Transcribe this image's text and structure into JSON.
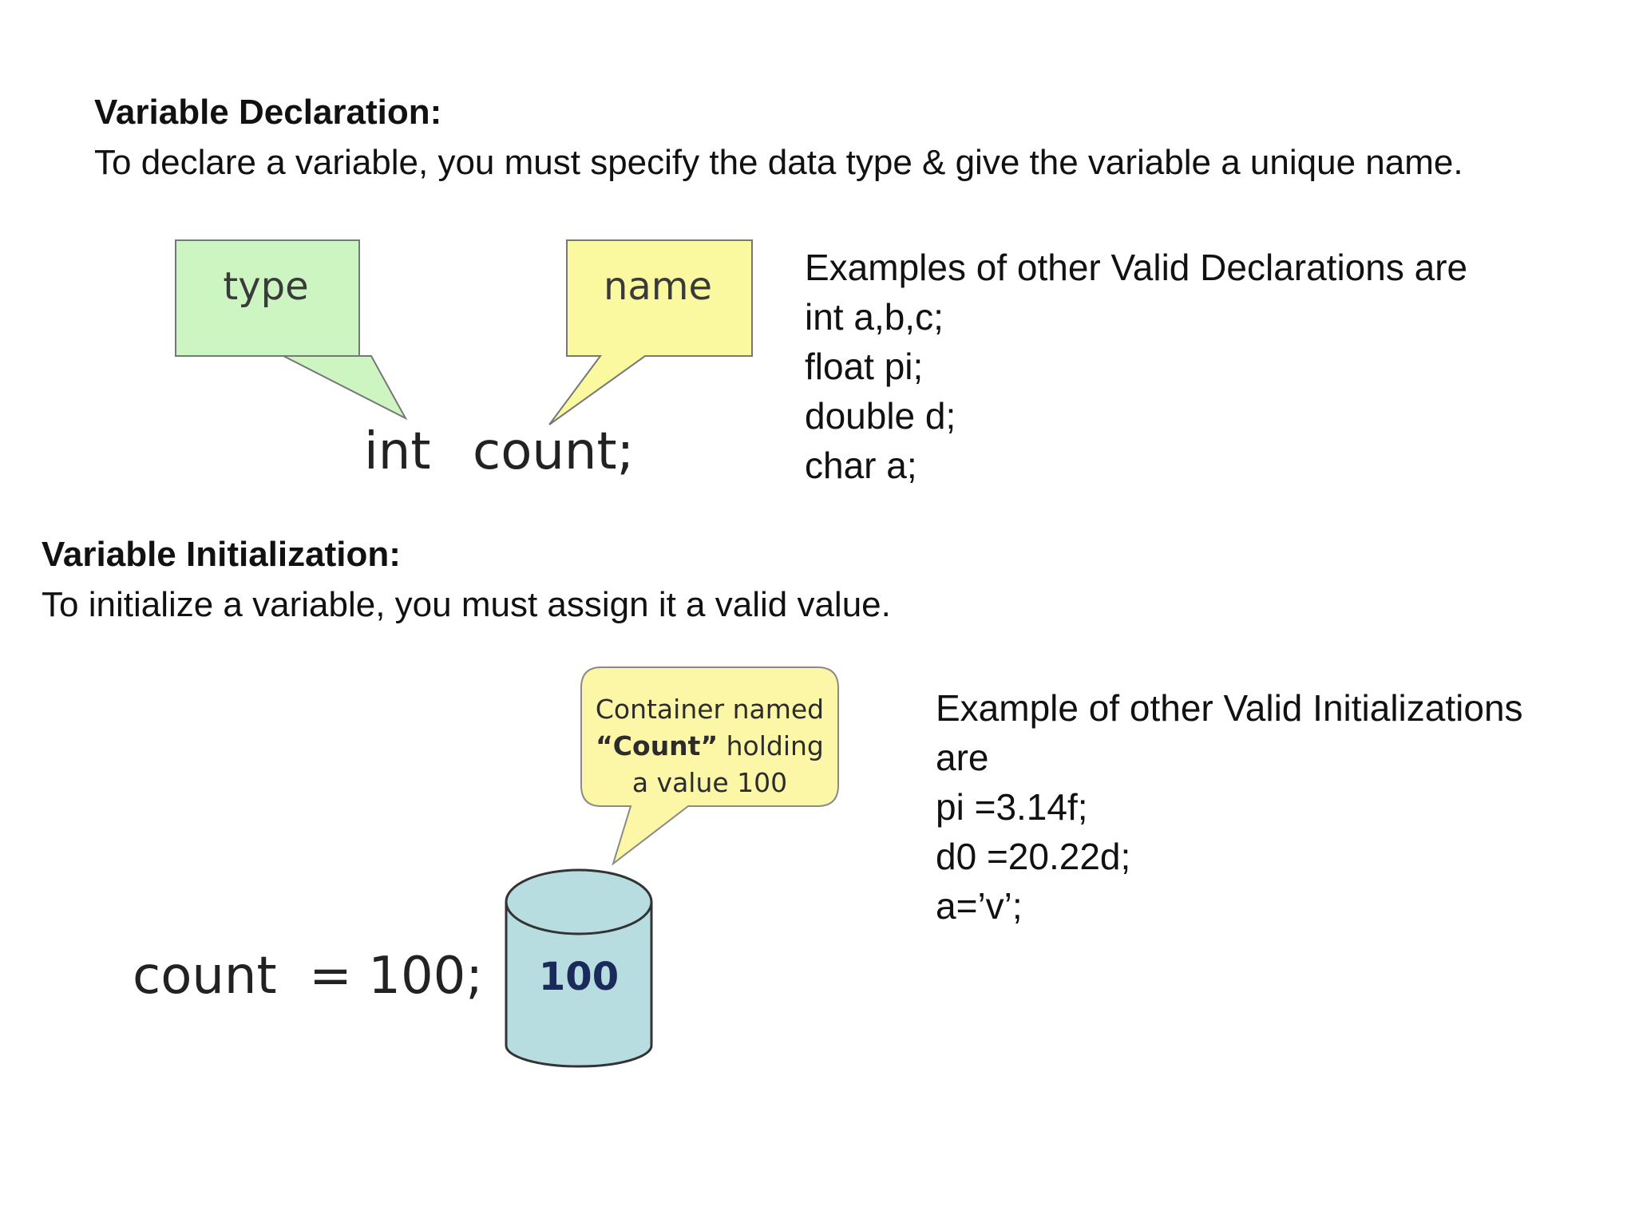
{
  "declaration": {
    "heading": "Variable Declaration:",
    "description": "To declare a variable, you must specify the data type & give the variable a unique name.",
    "diagram": {
      "type_label": "type",
      "name_label": "name",
      "code_type": "int",
      "code_name": "count;"
    },
    "examples": [
      "Examples of other Valid Declarations are",
      "int a,b,c;",
      "float pi;",
      "double d;",
      "char a;"
    ]
  },
  "initialization": {
    "heading": "Variable Initialization:",
    "description": "To initialize a variable, you must assign it a valid value.",
    "diagram": {
      "code": "count  = 100;",
      "bubble_line1": "Container named",
      "bubble_line2_bold": "“Count”",
      "bubble_line2_rest": " holding",
      "bubble_line3": "a value 100",
      "container_value": "100"
    },
    "examples": [
      "Example of other Valid Initializations",
      "are",
      "pi =3.14f;",
      "d0 =20.22d;",
      "a=’v’;"
    ]
  },
  "colors": {
    "type_bubble_fill": "#ccf5c2",
    "name_bubble_fill": "#fbf9a0",
    "note_bubble_fill": "#fbf7a6",
    "container_fill": "#b8dde0",
    "container_text": "#1a2a5a"
  }
}
